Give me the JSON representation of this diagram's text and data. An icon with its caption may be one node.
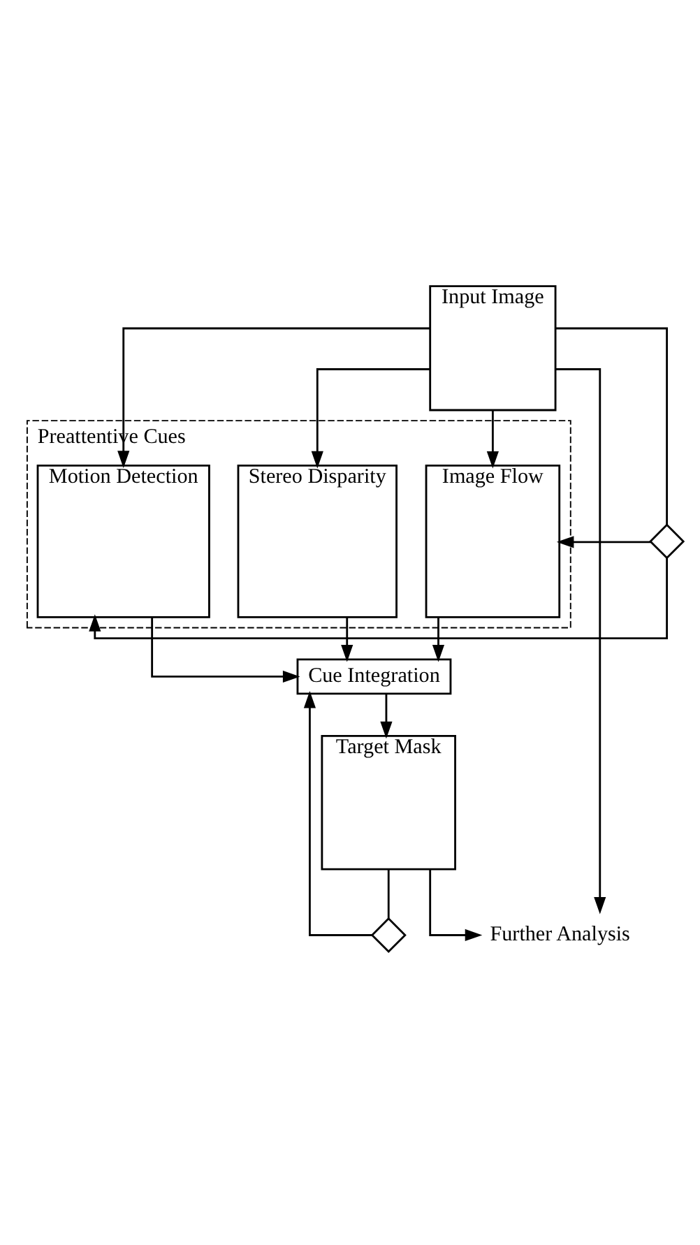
{
  "diagram": {
    "nodes": [
      {
        "text": [
          "Input Image"
        ]
      },
      {
        "text": [
          "Preattentive Cues"
        ]
      },
      {
        "text": [
          "Image Flow"
        ],
        "in": 1
      },
      {
        "text": [
          "Stereo Disparity"
        ],
        "in": 1
      },
      {
        "text": [
          "Motion Detection"
        ],
        "in": 1
      },
      {
        "text": [
          "Cue Integration"
        ]
      },
      {
        "text": [
          "Target Mask"
        ]
      },
      {
        "text": [
          "Further Analysis"
        ]
      },
      {
        "text": [],
        "shape": "diamond"
      },
      {
        "text": [],
        "shape": "diamond"
      }
    ],
    "edges": [
      {
        "from": 0,
        "to": 7,
        "arrow": "to"
      },
      {
        "from": 0,
        "to": 8,
        "arrow": "none"
      },
      {
        "from": 0,
        "to": 2,
        "arrow": "to"
      },
      {
        "from": 0,
        "to": 3,
        "arrow": "to"
      },
      {
        "from": 0,
        "to": 4,
        "arrow": "to"
      },
      {
        "from": 8,
        "to": 2,
        "arrow": "to"
      },
      {
        "from": 8,
        "to": 4,
        "arrow": "to"
      },
      {
        "from": 2,
        "to": 5,
        "arrow": "to"
      },
      {
        "from": 3,
        "to": 5,
        "arrow": "to"
      },
      {
        "from": 4,
        "to": 5,
        "arrow": "to"
      },
      {
        "from": 5,
        "to": 6,
        "arrow": "to"
      },
      {
        "from": 6,
        "to": 7,
        "arrow": "to"
      },
      {
        "from": 6,
        "to": 9,
        "arrow": "none"
      },
      {
        "from": 9,
        "to": 5,
        "arrow": "to"
      }
    ]
  }
}
